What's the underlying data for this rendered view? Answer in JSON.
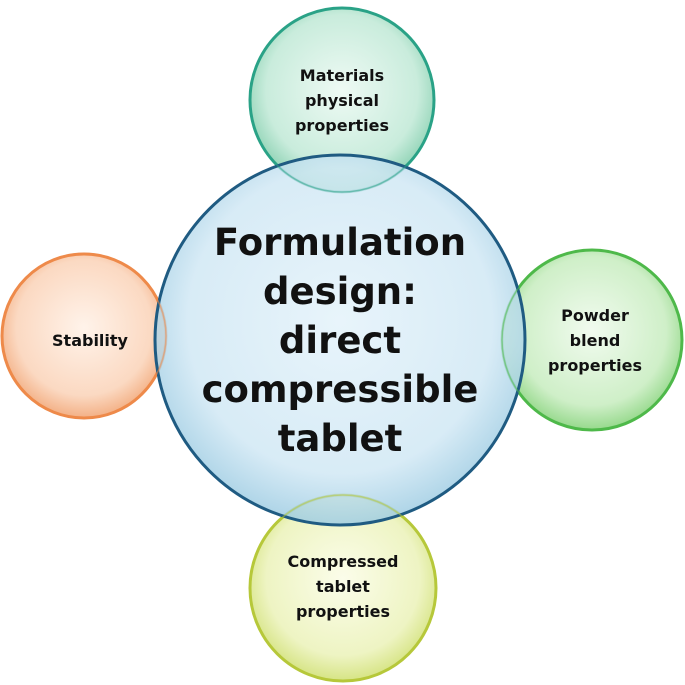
{
  "diagram": {
    "center": {
      "text": "Formulation\ndesign:\ndirect\ncompressible\ntablet"
    },
    "nodes": {
      "top": {
        "text": "Materials\nphysical\nproperties",
        "color": "#2aa387"
      },
      "right": {
        "text": "Powder\nblend\nproperties",
        "color": "#4fb94a"
      },
      "bottom": {
        "text": "Compressed\ntablet\nproperties",
        "color": "#b7c83a"
      },
      "left": {
        "text": "Stability",
        "color": "#ee8a4a"
      }
    },
    "center_color": "#1f5b82"
  }
}
